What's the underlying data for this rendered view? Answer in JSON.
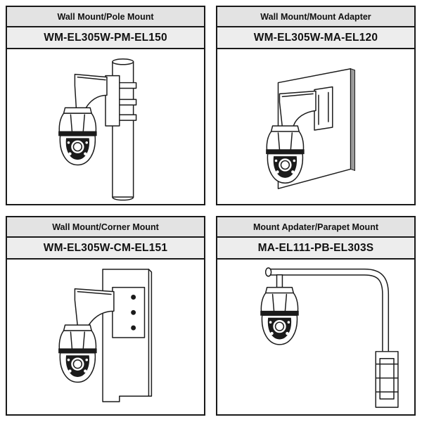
{
  "panels": [
    {
      "title": "Wall Mount/Pole Mount",
      "model": "WM-EL305W-PM-EL150"
    },
    {
      "title": "Wall Mount/Mount Adapter",
      "model": "WM-EL305W-MA-EL120"
    },
    {
      "title": "Wall Mount/Corner Mount",
      "model": "WM-EL305W-CM-EL151"
    },
    {
      "title": "Mount Apdater/Parapet Mount",
      "model": "MA-EL111-PB-EL303S"
    }
  ]
}
